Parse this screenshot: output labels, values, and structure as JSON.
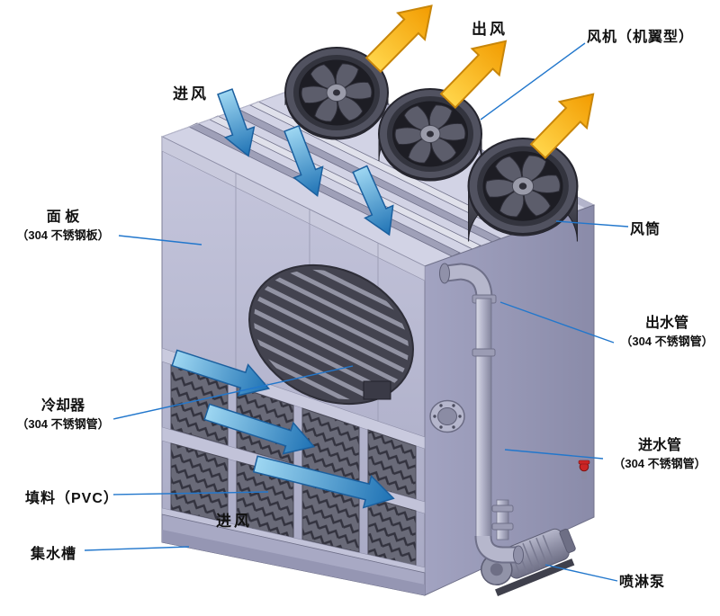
{
  "diagram": {
    "labels": {
      "air_out": "出风",
      "fan": "风机（机翼型）",
      "air_in_top": "进风",
      "panel_1": "面 板",
      "panel_2": "（304 不锈钢板）",
      "fan_cylinder": "风筒",
      "outlet_1": "出水管",
      "outlet_2": "（304 不锈钢管）",
      "cooler_1": "冷却器",
      "cooler_2": "（304 不锈钢管）",
      "inlet_1": "进水管",
      "inlet_2": "（304 不锈钢管）",
      "filler": "填料（PVC）",
      "air_in_bottom": "进风",
      "water_tank": "集水槽",
      "spray_pump": "喷淋泵"
    },
    "colors": {
      "leader_line": "#2277cc",
      "label_text": "#111111",
      "arrow_in": "#3b97d3",
      "arrow_out": "#f6b413",
      "body_front": "#b8b9d4",
      "body_side": "#9a9bba",
      "body_top": "#d2d3e5",
      "fan_housing": "#34343e"
    }
  }
}
